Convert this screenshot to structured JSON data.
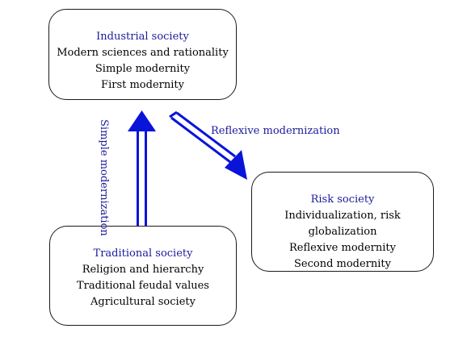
{
  "industrial": {
    "title": "Industrial society",
    "lines": [
      "Modern sciences and rationality",
      "Simple modernity",
      "First modernity"
    ]
  },
  "risk": {
    "title": "Risk society",
    "lines": [
      "Individualization, risk globalization",
      "Reflexive modernity",
      "Second modernity"
    ]
  },
  "traditional": {
    "title": "Traditional society",
    "lines": [
      "Religion and hierarchy",
      "Traditional feudal values",
      "Agricultural society"
    ]
  },
  "arrows": {
    "simple": "Simple modernization",
    "reflexive": "Reflexive modernization"
  },
  "colors": {
    "arrow": "#0a14d9",
    "title_text": "#1a1a9c"
  }
}
